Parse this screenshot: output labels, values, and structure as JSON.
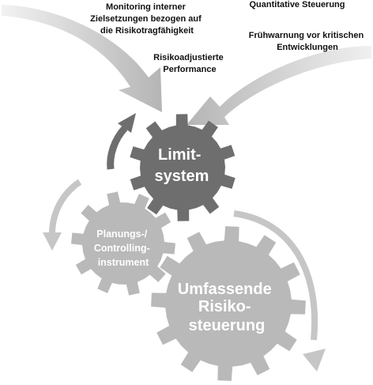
{
  "labels": {
    "monitoring": [
      "Monitoring interner",
      "Zielsetzungen bezogen auf",
      "die Risikotragfähigkeit"
    ],
    "quantitative": [
      "Quantitative Steuerung"
    ],
    "fruehwarnung": [
      "Frühwarnung vor kritischen",
      "Entwicklungen"
    ],
    "performance": [
      "Risikoadjustierte",
      "Performance"
    ]
  },
  "gears": {
    "limit": {
      "lines": [
        "Limit-",
        "system"
      ],
      "color": "#6e6e6e"
    },
    "planung": {
      "lines": [
        "Planungs-/",
        "Controlling-",
        "instrument"
      ],
      "color": "#b9b9b9"
    },
    "umfassend": {
      "lines": [
        "Umfassende",
        "Risiko-",
        "steuerung"
      ],
      "color": "#b9b9b9"
    }
  },
  "colors": {
    "big_arrow": "#bdbdbd",
    "dark_arrow": "#6e6e6e",
    "light_arrow": "#c4c4c4",
    "text": "#111111"
  }
}
